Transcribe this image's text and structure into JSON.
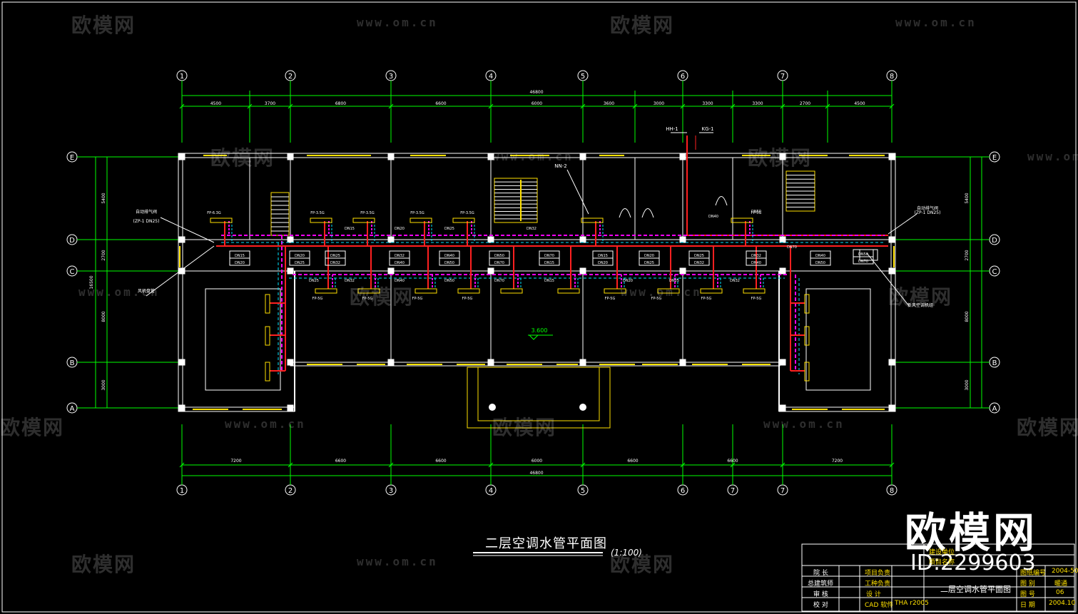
{
  "drawing": {
    "title": "二层空调水管平面图",
    "scale": "(1:100)",
    "elevation": "3.600",
    "axis_numbers": [
      "1",
      "2",
      "3",
      "4",
      "5",
      "6",
      "7",
      "7",
      "8"
    ],
    "axis_letters": [
      "E",
      "D",
      "C",
      "B",
      "A"
    ],
    "top_total": "46800",
    "top_dims": [
      "4500",
      "3700",
      "6800",
      "6600",
      "6000",
      "3600",
      "3000",
      "3300",
      "3300",
      "2700",
      "4500"
    ],
    "bottom_total": "46800",
    "bottom_dims": [
      "7200",
      "6600",
      "6600",
      "6000",
      "6600",
      "6600",
      "7200"
    ],
    "side_dims": [
      "5400",
      "2700",
      "8000",
      "3000"
    ],
    "side_total": "16500",
    "riser_labels": [
      "HH-1",
      "KG-1",
      "NN-2"
    ],
    "pipe_tags": [
      "DN15",
      "DN20",
      "DN25",
      "DN32",
      "DN40",
      "DN50",
      "DN70"
    ],
    "fan_coils": [
      "FP-3.5G",
      "FP-5G",
      "FP-6.3G"
    ],
    "callouts": [
      "自动排气阀",
      "(ZP-1 DN25)",
      "风机盘管",
      "新风空调机组"
    ]
  },
  "title_block": {
    "rows": [
      [
        "院  长",
        "项目负责",
        ""
      ],
      [
        "总建筑师",
        "工种负责",
        ""
      ],
      [
        "审  核",
        "设  计",
        ""
      ],
      [
        "校  对",
        "CAD 软件",
        "THA r2005"
      ]
    ],
    "right_rows": [
      [
        "建设单位",
        ""
      ],
      [
        "项目名称",
        ""
      ],
      [
        "图纸编号",
        "2004-50"
      ],
      [
        "图  别",
        "暖通"
      ],
      [
        "图  号",
        "06"
      ],
      [
        "日  期",
        "2004.10"
      ]
    ],
    "name": "二层空调水管平面图"
  },
  "watermark": {
    "brand": "欧模网",
    "url": "www.om.cn",
    "id": "ID:2299603"
  },
  "colors": {
    "grid": "#00ff00",
    "wall": "#ffffff",
    "supply": "#ff2020",
    "return": "#ff00ff",
    "condensate": "#00e5ff",
    "window": "#ffe100"
  }
}
